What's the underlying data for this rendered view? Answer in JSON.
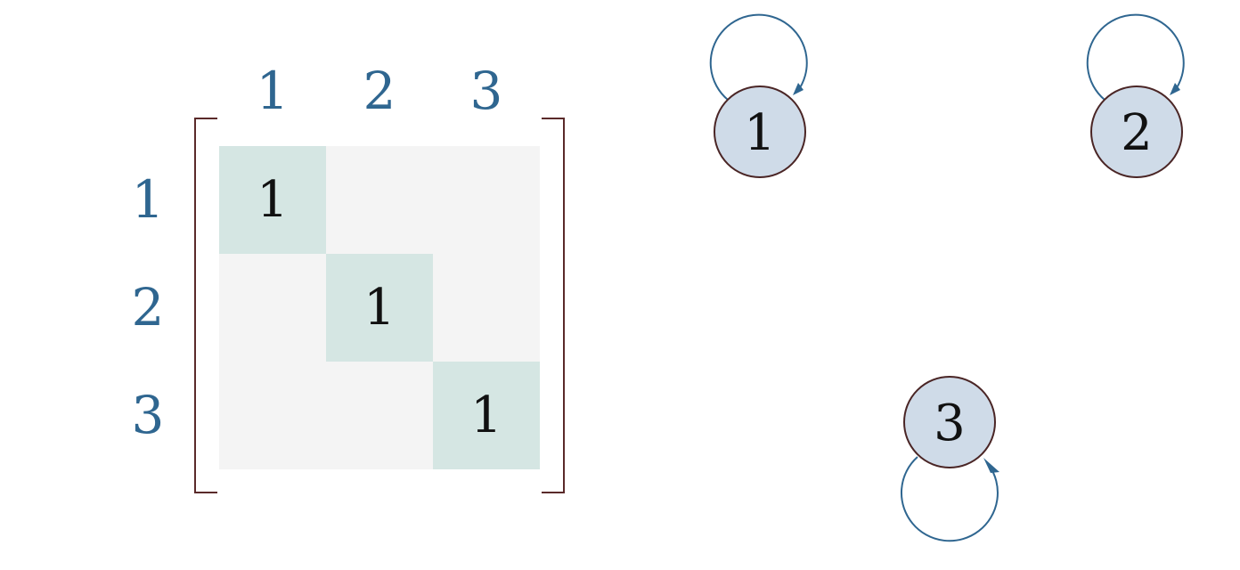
{
  "matrix": {
    "col_labels": [
      "1",
      "2",
      "3"
    ],
    "row_labels": [
      "1",
      "2",
      "3"
    ],
    "cells": [
      [
        "1",
        "",
        ""
      ],
      [
        "",
        "1",
        ""
      ],
      [
        "",
        "",
        "1"
      ]
    ],
    "colors": {
      "label": "#2f6690",
      "filled_cell": "#d5e6e3",
      "empty_cell": "#f4f4f4",
      "bracket": "#5a2a2a"
    }
  },
  "graph": {
    "nodes": [
      {
        "id": "node-1",
        "label": "1"
      },
      {
        "id": "node-2",
        "label": "2"
      },
      {
        "id": "node-3",
        "label": "3"
      }
    ],
    "edges": [
      {
        "from": "1",
        "to": "1",
        "type": "self-loop"
      },
      {
        "from": "2",
        "to": "2",
        "type": "self-loop"
      },
      {
        "from": "3",
        "to": "3",
        "type": "self-loop"
      }
    ],
    "colors": {
      "node_fill": "#cfdbe8",
      "node_stroke": "#4a2525",
      "edge": "#2f6690"
    }
  }
}
